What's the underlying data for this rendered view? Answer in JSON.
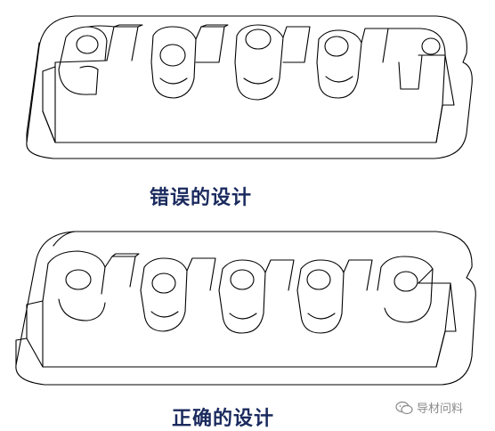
{
  "captions": {
    "wrong": "错误的设计",
    "right": "正确的设计"
  },
  "watermark": {
    "icon": "wechat-icon",
    "text": "导材问料"
  },
  "colors": {
    "line": "#000000",
    "caption": "#1a2a5e",
    "watermark": "#8a8a8a"
  }
}
